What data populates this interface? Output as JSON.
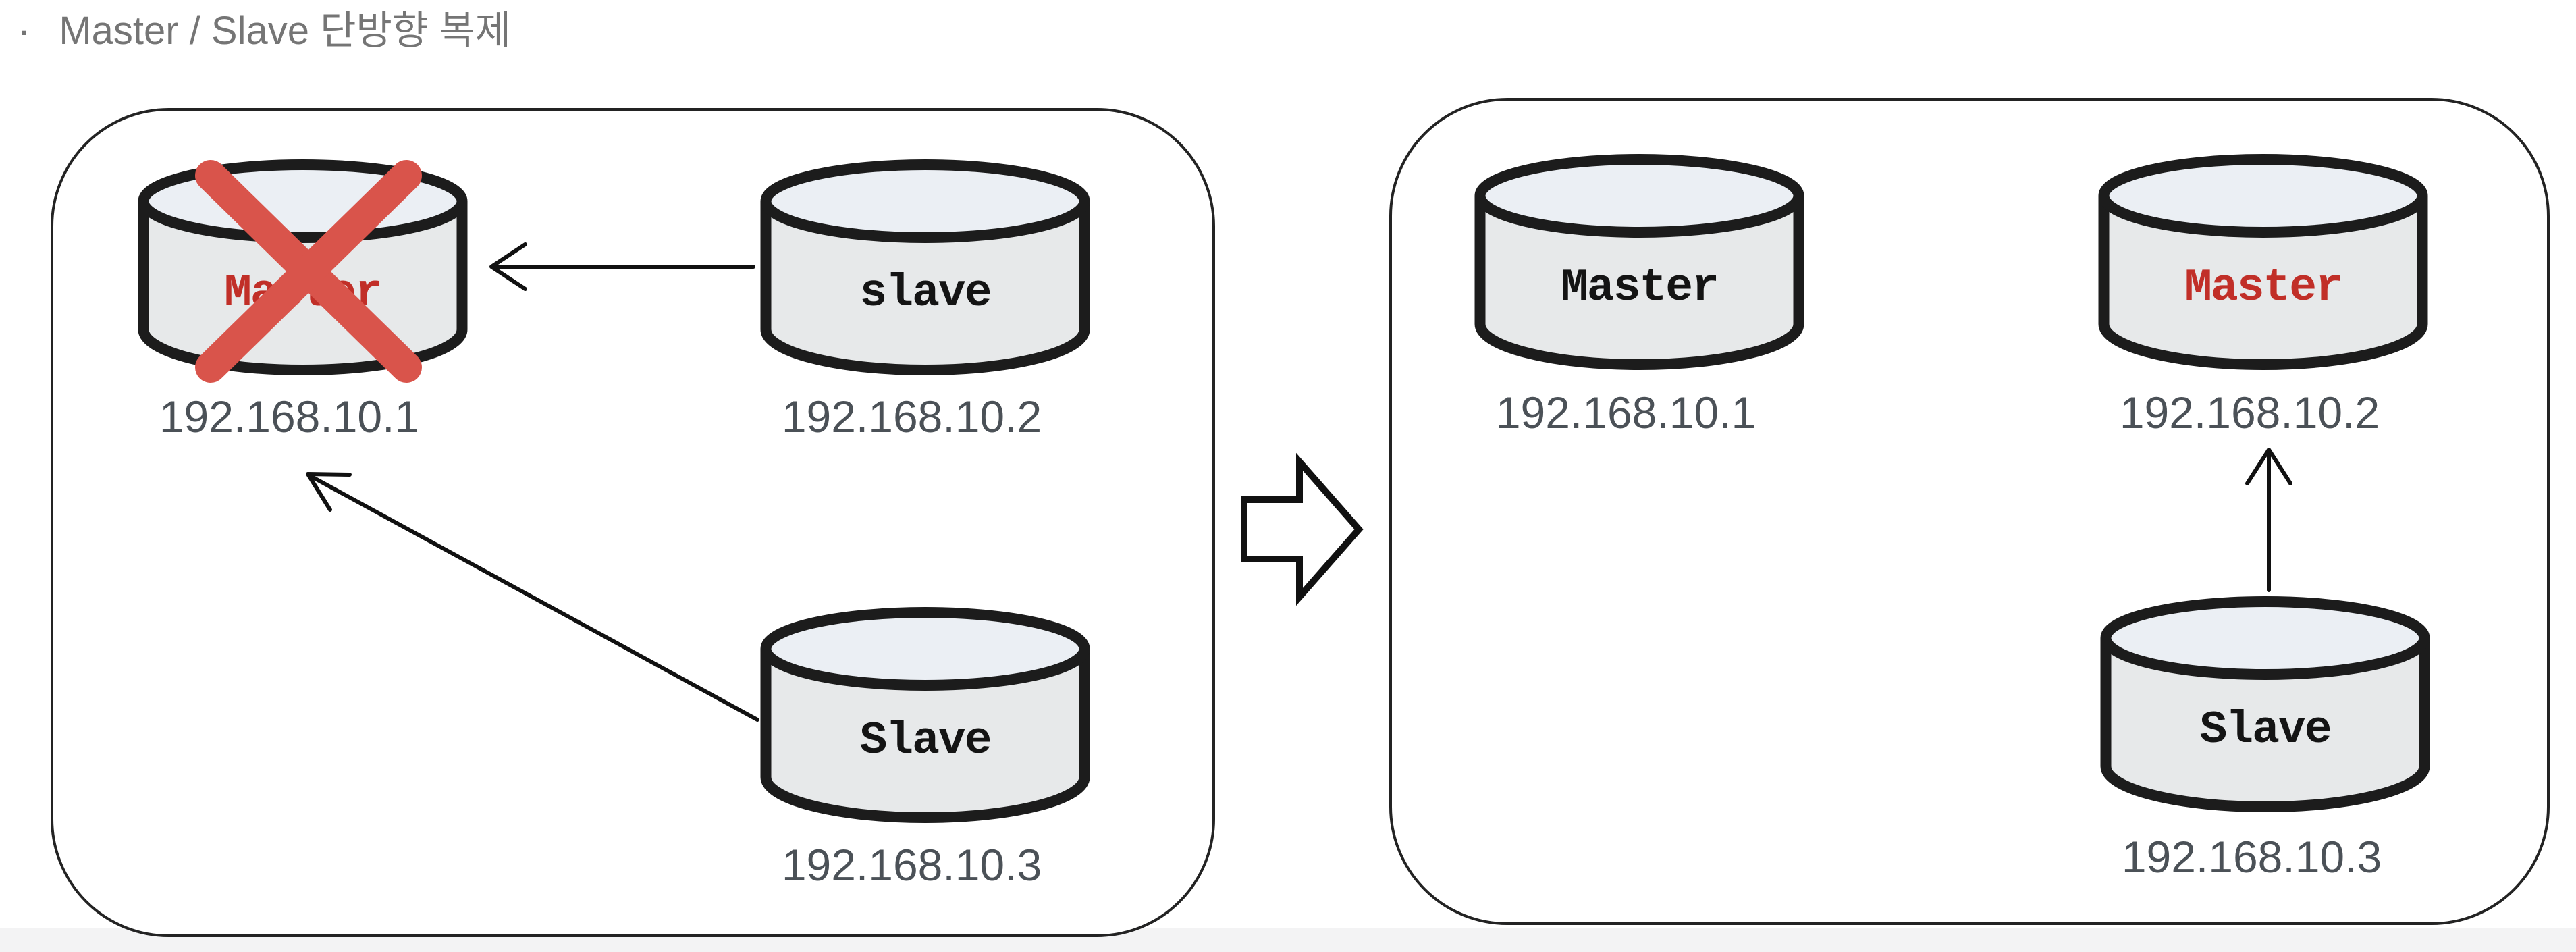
{
  "title": {
    "bullet": "·",
    "text": "Master / Slave 단방향 복제"
  },
  "colors": {
    "background": "#ffffff",
    "panel_border": "#232323",
    "cylinder_stroke": "#1c1c1c",
    "cylinder_body_fill": "#e7e9ea",
    "cylinder_top_fill": "#ebeff4",
    "label_black": "#141414",
    "label_red": "#c12f28",
    "cross_red": "#d9544b",
    "ip_text": "#4b5157",
    "arrow_black": "#111111",
    "title_grey": "#757575"
  },
  "diagram": {
    "before": {
      "master": {
        "label": "Master",
        "ip": "192.168.10.1",
        "crossed_out": true
      },
      "slave1": {
        "label": "slave",
        "ip": "192.168.10.2"
      },
      "slave2": {
        "label": "Slave",
        "ip": "192.168.10.3"
      }
    },
    "after": {
      "old_master": {
        "label": "Master",
        "ip": "192.168.10.1"
      },
      "new_master": {
        "label": "Master",
        "ip": "192.168.10.2",
        "highlight": "red"
      },
      "slave": {
        "label": "Slave",
        "ip": "192.168.10.3"
      }
    }
  }
}
